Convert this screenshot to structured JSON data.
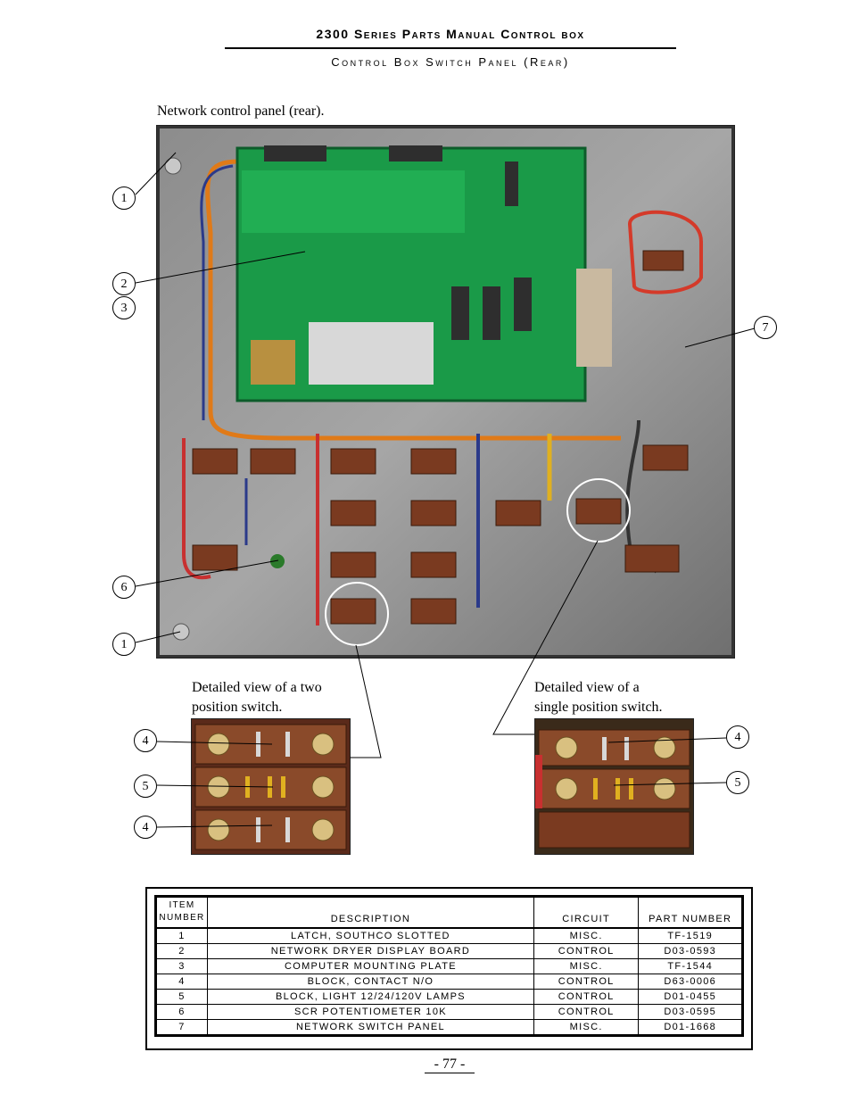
{
  "header": {
    "title": "2300 Series Parts Manual  Control box",
    "subtitle": "Control Box Switch Panel (Rear)"
  },
  "main_caption": "Network control panel (rear).",
  "detail_two_caption": [
    "Detailed view of a two",
    "position switch."
  ],
  "detail_single_caption": [
    "Detailed view of a",
    "single position switch."
  ],
  "callouts": {
    "c1a": "1",
    "c2": "2",
    "c3": "3",
    "c6": "6",
    "c1b": "1",
    "c7": "7",
    "d4a": "4",
    "d5a": "5",
    "d4b": "4",
    "s4": "4",
    "s5": "5"
  },
  "table": {
    "headers": [
      "ITEM NUMBER",
      "DESCRIPTION",
      "CIRCUIT",
      "PART NUMBER"
    ],
    "rows": [
      [
        "1",
        "LATCH, SOUTHCO SLOTTED",
        "MISC.",
        "TF-1519"
      ],
      [
        "2",
        "NETWORK DRYER DISPLAY BOARD",
        "CONTROL",
        "D03-0593"
      ],
      [
        "3",
        "COMPUTER MOUNTING PLATE",
        "MISC.",
        "TF-1544"
      ],
      [
        "4",
        "BLOCK, CONTACT N/O",
        "CONTROL",
        "D63-0006"
      ],
      [
        "5",
        "BLOCK, LIGHT 12/24/120V LAMPS",
        "CONTROL",
        "D01-0455"
      ],
      [
        "6",
        "SCR POTENTIOMETER 10K",
        "CONTROL",
        "D03-0595"
      ],
      [
        "7",
        "NETWORK SWITCH PANEL",
        "MISC.",
        "D01-1668"
      ]
    ]
  },
  "page_number": "- 77 -"
}
